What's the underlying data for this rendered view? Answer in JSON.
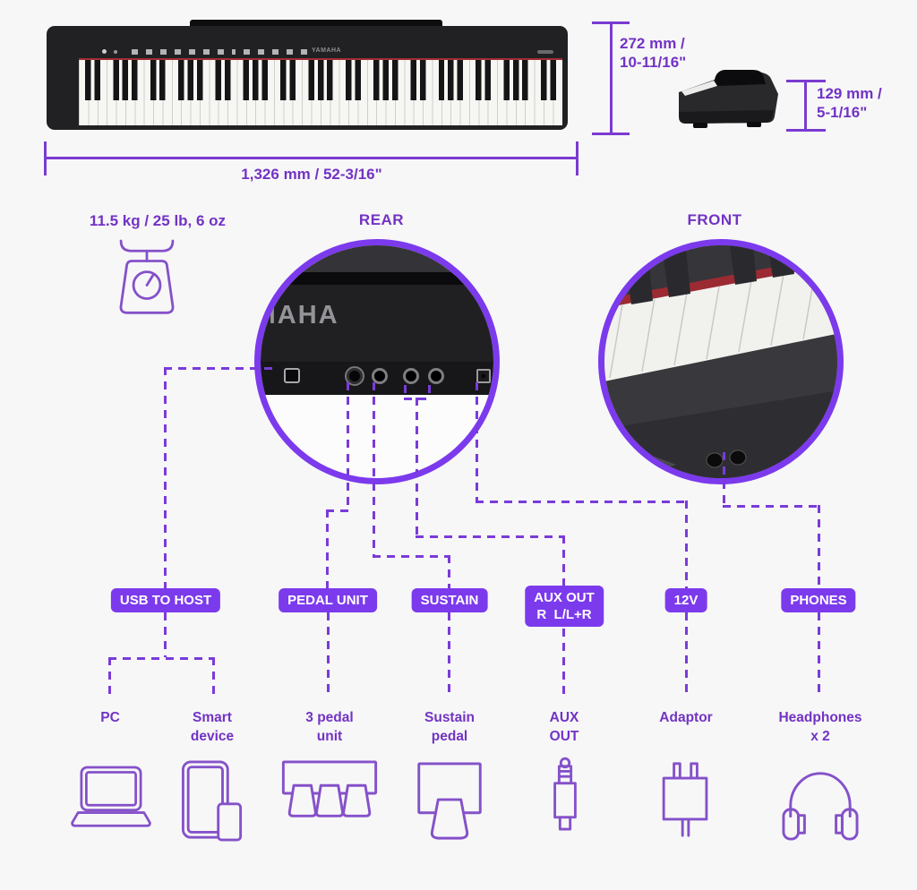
{
  "colors": {
    "accent": "#7c3aed",
    "text_purple": "#7233c4",
    "dash": "#7a3bd9"
  },
  "brand": "YAMAHA",
  "dimensions": {
    "height_line1": "272 mm /",
    "height_line2": "10-11/16\"",
    "depth_line1": "129 mm /",
    "depth_line2": "5-1/16\"",
    "width": "1,326 mm / 52-3/16\"",
    "weight": "11.5 kg / 25 lb, 6 oz"
  },
  "views": {
    "rear_label": "REAR",
    "front_label": "FRONT"
  },
  "port_badges": {
    "usb": "USB TO HOST",
    "pedal_unit": "PEDAL UNIT",
    "sustain": "SUSTAIN",
    "aux_line1": "AUX OUT",
    "aux_line2": "R  L/L+R",
    "power": "12V",
    "phones": "PHONES"
  },
  "devices": {
    "pc": "PC",
    "smart_line1": "Smart",
    "smart_line2": "device",
    "pedal3_line1": "3 pedal",
    "pedal3_line2": "unit",
    "sustain_line1": "Sustain",
    "sustain_line2": "pedal",
    "aux_line1": "AUX",
    "aux_line2": "OUT",
    "adaptor": "Adaptor",
    "phones_line1": "Headphones",
    "phones_line2": "x 2"
  },
  "icons": {
    "scale": "scale-icon",
    "laptop": "laptop-icon",
    "smart_device": "tablet-phone-icon",
    "pedal_unit": "three-pedal-icon",
    "sustain_pedal": "sustain-pedal-icon",
    "aux_plug": "aux-plug-icon",
    "adaptor": "power-adaptor-icon",
    "headphones": "headphones-icon"
  }
}
